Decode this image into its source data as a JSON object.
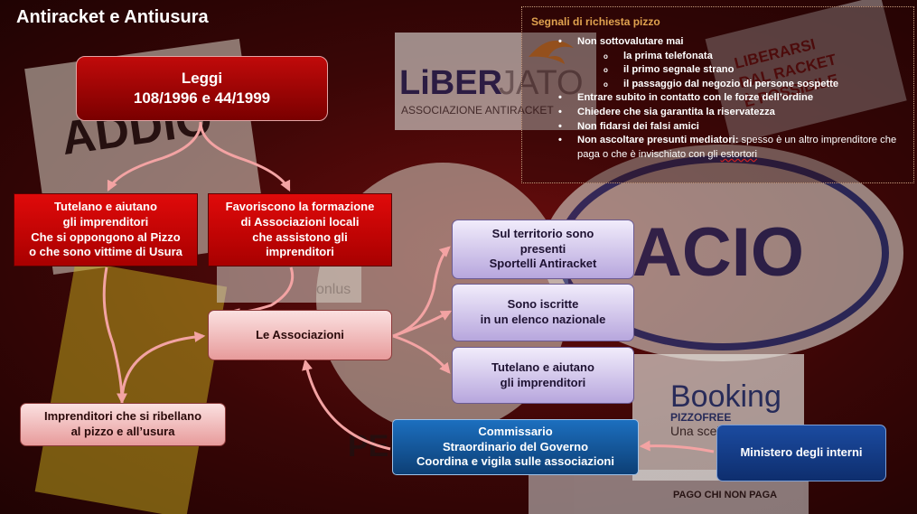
{
  "title": "Antiracket e Antiusura",
  "nodes": {
    "leggi": "Leggi\n108/1996 e 44/1999",
    "tutelano_imprenditori": "Tutelano e aiutano\ngli imprenditori\nChe si oppongono al Pizzo\no che sono vittime di Usura",
    "favoriscono": "Favoriscono la formazione\ndi Associazioni locali\nche assistono gli\nimprenditori",
    "associazioni": "Le Associazioni",
    "ribellano": "Imprenditori che si ribellano\nal pizzo e all’usura",
    "sportelli": "Sul territorio sono\npresenti\nSportelli Antiracket",
    "iscritte": "Sono iscritte\nin un elenco nazionale",
    "tutelano2": "Tutelano e aiutano\ngli imprenditori",
    "commissario": "Commissario\nStraordinario del Governo\nCoordina e vigila sulle associazioni",
    "ministero": "Ministero degli interni"
  },
  "notes": {
    "title": "Segnali di richiesta pizzo",
    "b1": "Non sottovalutare mai",
    "s1": "la prima telefonata",
    "s2": "il primo segnale strano",
    "s3": "il passaggio dal negozio di persone sospette",
    "b2": "Entrare subito in contatto con le forze dell’ordine",
    "b3": "Chiedere che sia garantita la riservatezza",
    "b4": "Non fidarsi dei falsi amici",
    "b5_bold": "Non ascoltare presunti mediatori:",
    "b5_rest": " spesso è un altro imprenditore che  paga o che è invischiato con gli ",
    "b5_tail": "estortori"
  },
  "logos": {
    "liberjato_a": "LiBER",
    "liberjato_b": "JATO",
    "liberjato_sub": "ASSOCIAZIONE ANTIRACKET",
    "liberarsi": "LIBERARSI\nDAL RACKET\nÈ POSSIBILE",
    "acio": "ACIO",
    "booking_a": "Booking",
    "booking_b": "PIZZOFREE",
    "booking_c": "Una scelt",
    "pago": "PAGO CHI NON PAGA",
    "addio": "ADDIO",
    "onlus": "onlus",
    "per": "PER"
  },
  "colors": {
    "background": "#3a0606",
    "arrow": "#f3a3a3",
    "title": "#ffffff",
    "notes_title": "#e0a24f"
  }
}
